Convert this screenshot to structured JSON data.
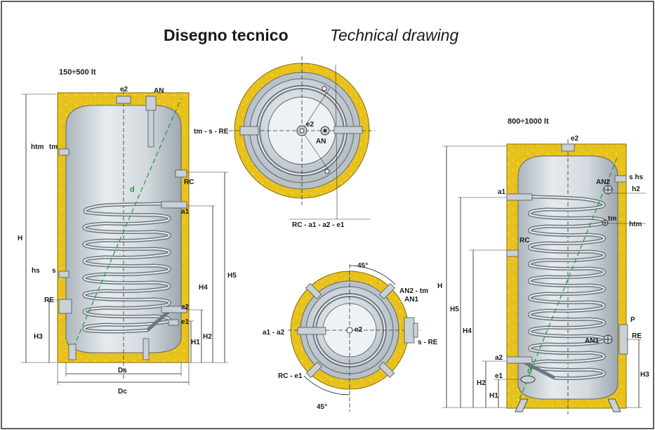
{
  "title": {
    "italian": "Disegno tecnico",
    "english": "Technical drawing"
  },
  "small_tank": {
    "capacity": "150÷500 lt",
    "labels": {
      "e2": "e2",
      "AN": "AN",
      "htm": "htm",
      "tm": "tm",
      "RC": "RC",
      "a1": "a1",
      "hs": "hs",
      "s": "s",
      "RE": "RE",
      "a2": "a2",
      "e1": "e1",
      "d": "d",
      "H": "H",
      "H1": "H1",
      "H2": "H2",
      "H3": "H3",
      "H4": "H4",
      "H5": "H5",
      "Ds": "Ds",
      "Dc": "Dc"
    }
  },
  "top_view": {
    "labels": {
      "tm_s_RE": "tm - s - RE",
      "e2": "e2",
      "AN": "AN",
      "RC_a1_a2_e1": "RC - a1 - a2 - e1"
    }
  },
  "section_view": {
    "labels": {
      "angle_top": "45°",
      "angle_bottom": "45°",
      "AN2_tm": "AN2 - tm",
      "AN1": "AN1",
      "a1_a2": "a1 - a2",
      "e2": "e2",
      "s_RE": "s - RE",
      "RC_e1": "RC - e1"
    }
  },
  "large_tank": {
    "capacity": "800÷1000 lt",
    "labels": {
      "e2": "e2",
      "s_hs": "s hs",
      "AN2": "AN2",
      "h2": "h2",
      "a1": "a1",
      "tm": "tm",
      "htm": "htm",
      "RC": "RC",
      "H": "H",
      "H5": "H5",
      "H4": "H4",
      "P": "P",
      "RE": "RE",
      "AN1": "AN1",
      "a2": "a2",
      "e1": "e1",
      "d": "d",
      "H2": "H2",
      "H1": "H1",
      "H3": "H3"
    }
  },
  "colors": {
    "background": "#ffffff",
    "border": "#2a2a2a",
    "insulation": "#e8c21c",
    "insulation_edge": "#8a6f00",
    "tank_steel": "#cfd6dc",
    "diagonal": "#1f9a3a",
    "text": "#1a1a1a"
  }
}
